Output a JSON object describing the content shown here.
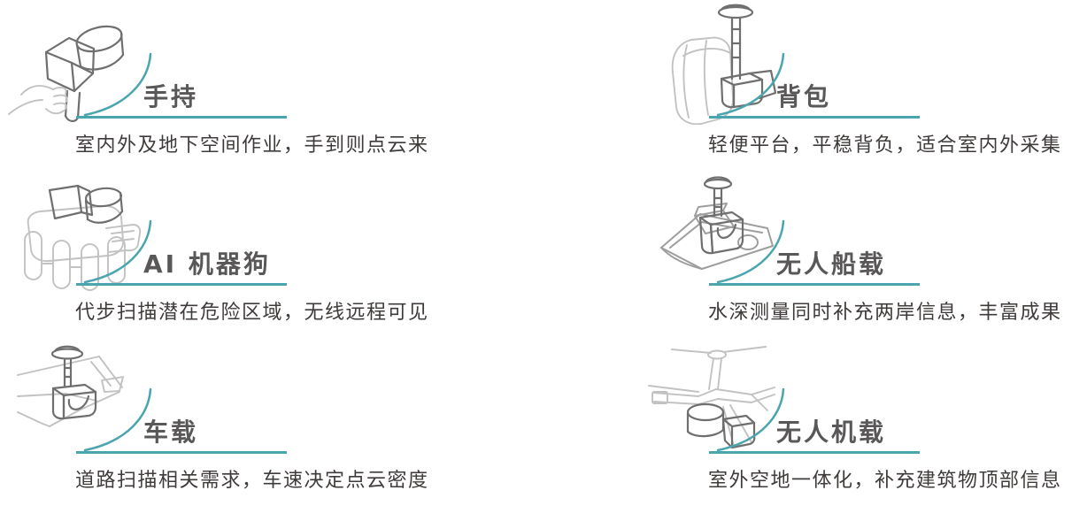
{
  "theme": {
    "accent": "#4BA5AF",
    "title_color": "#595757",
    "text_color": "#3f3b3a",
    "line_dark": "#6f6f6f",
    "line_light": "#c2c2c2",
    "line_mid": "#9e9e9e"
  },
  "sections": [
    {
      "id": "handheld",
      "title": "手持",
      "description": "室内外及地下空间作业，手到则点云来",
      "icon": "handheld-scanner-illustration"
    },
    {
      "id": "backpack",
      "title": "背包",
      "description": "轻便平台，平稳背负，适合室内外采集",
      "icon": "backpack-scanner-illustration"
    },
    {
      "id": "robot-dog",
      "title": "AI 机器狗",
      "description": "代步扫描潜在危险区域，无线远程可见",
      "icon": "robot-dog-scanner-illustration"
    },
    {
      "id": "usv",
      "title": "无人船载",
      "description": "水深测量同时补充两岸信息，丰富成果",
      "icon": "boat-scanner-illustration"
    },
    {
      "id": "vehicle",
      "title": "车载",
      "description": "道路扫描相关需求，车速决定点云密度",
      "icon": "car-scanner-illustration"
    },
    {
      "id": "uav",
      "title": "无人机载",
      "description": "室外空地一体化，补充建筑物顶部信息",
      "icon": "drone-scanner-illustration"
    }
  ]
}
